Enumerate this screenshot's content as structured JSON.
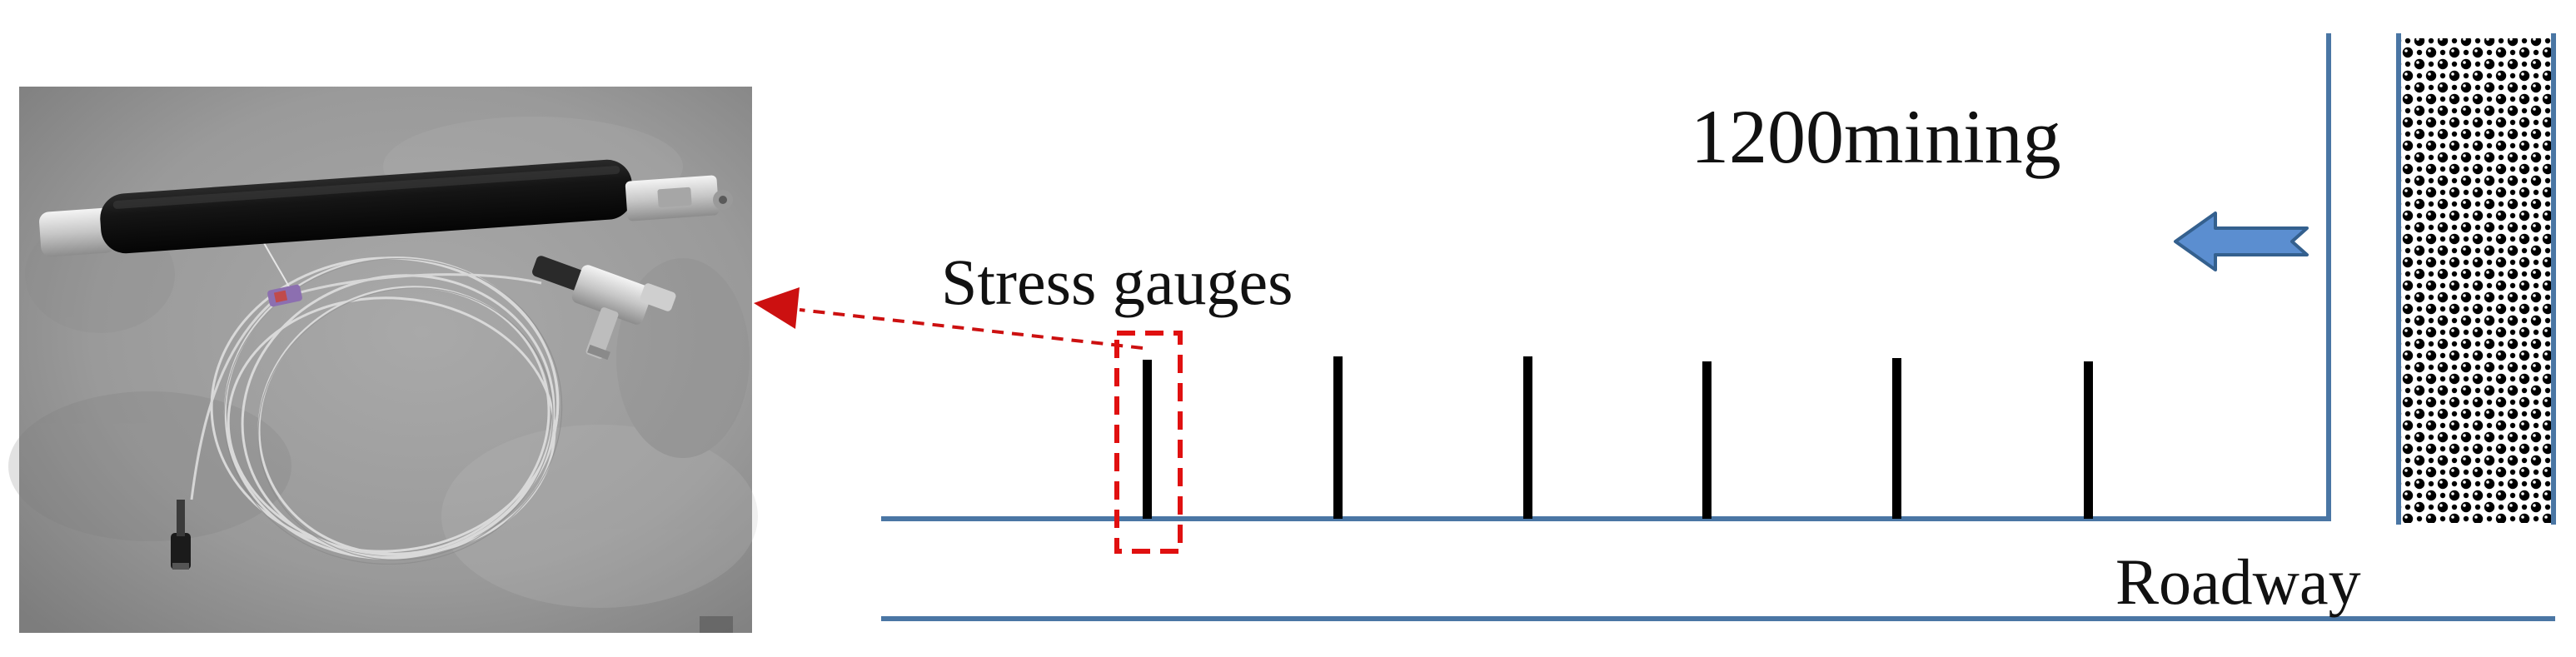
{
  "labels": {
    "mining": "1200mining",
    "stress_gauges": "Stress gauges",
    "roadway": "Roadway"
  },
  "colors": {
    "roadway_line": "#4a76a4",
    "gauge": "#000000",
    "highlight": "#e01010",
    "arrow_fill": "#5b8ed0",
    "arrow_stroke": "#34608e",
    "photo_floor": "#9c9c9c"
  },
  "gauges": {
    "count": 6,
    "highlighted_index": 0
  },
  "icons": {
    "mining_direction": "left-arrow-icon",
    "goaf": "gob-rock-pattern",
    "pointer": "dashed-arrow-icon"
  }
}
